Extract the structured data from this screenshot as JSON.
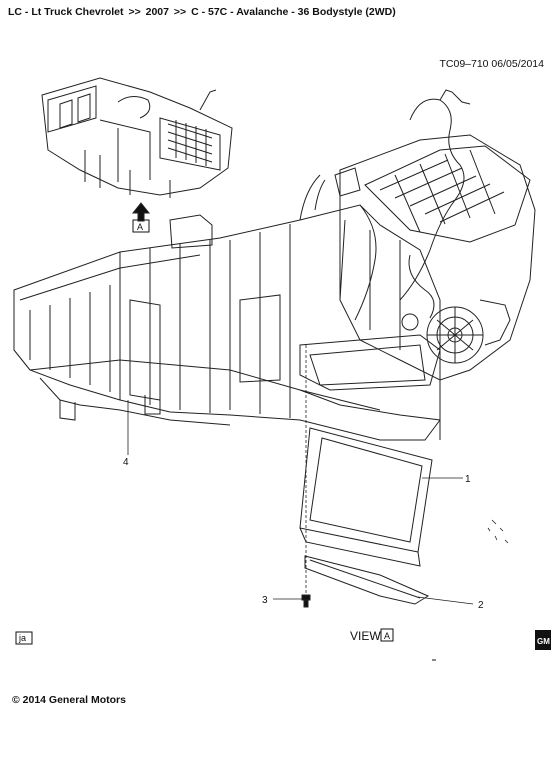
{
  "breadcrumb": {
    "items": [
      "LC - Lt Truck Chevrolet",
      "2007",
      "C - 57C - Avalanche - 36 Bodystyle (2WD)"
    ],
    "separator": ">>"
  },
  "reference": "TC09–710  06/05/2014",
  "callouts": {
    "c1": "1",
    "c2": "2",
    "c3": "3",
    "c4": "4"
  },
  "view_marker": {
    "label": "VIEW",
    "letter": "A"
  },
  "inset_marker": "A",
  "icon_label": "ja",
  "brand": "GM",
  "copyright": "© 2014 General Motors"
}
